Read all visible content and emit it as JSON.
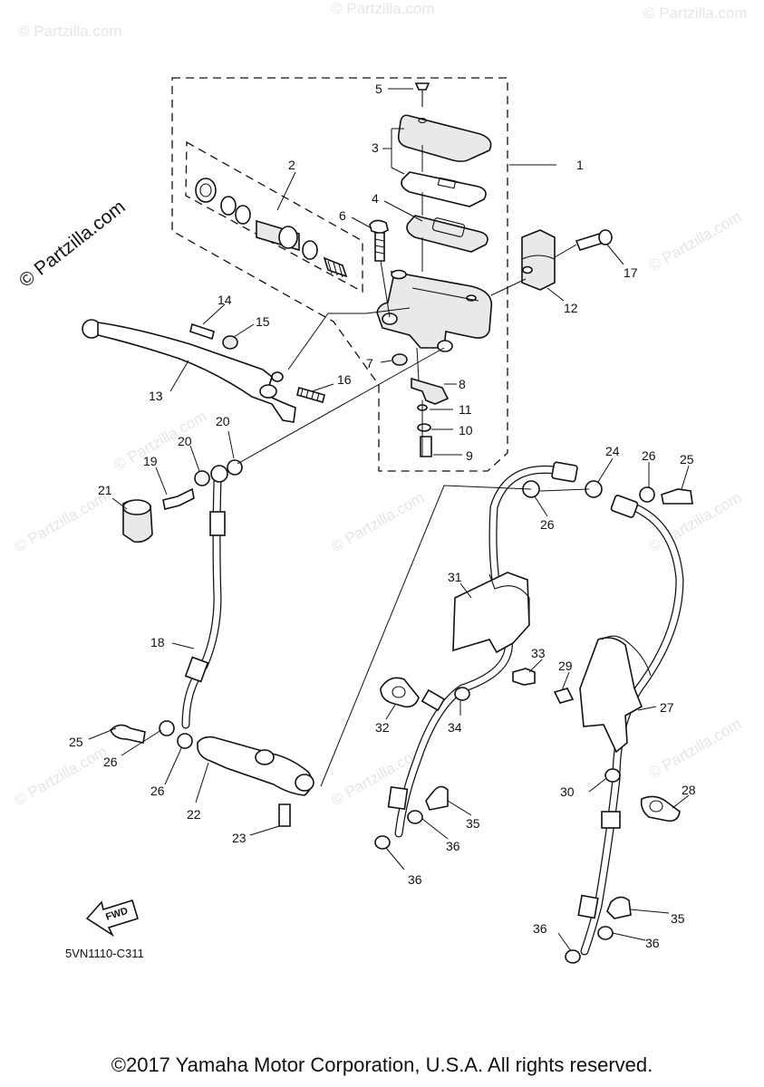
{
  "watermark": {
    "text": "© Partzilla.com",
    "small": "© Partzilla.com"
  },
  "diagram_code": "5VN1110-C311",
  "fwd_label": "FWD",
  "copyright": "©2017 Yamaha Motor Corporation, U.S.A. All rights reserved.",
  "callouts": [
    "1",
    "2",
    "3",
    "4",
    "5",
    "6",
    "7",
    "8",
    "9",
    "10",
    "11",
    "12",
    "13",
    "14",
    "15",
    "16",
    "17",
    "18",
    "19",
    "20",
    "20",
    "21",
    "22",
    "23",
    "24",
    "25",
    "25",
    "26",
    "26",
    "26",
    "26",
    "27",
    "28",
    "29",
    "30",
    "31",
    "32",
    "33",
    "34",
    "35",
    "35",
    "36",
    "36",
    "36",
    "36"
  ]
}
